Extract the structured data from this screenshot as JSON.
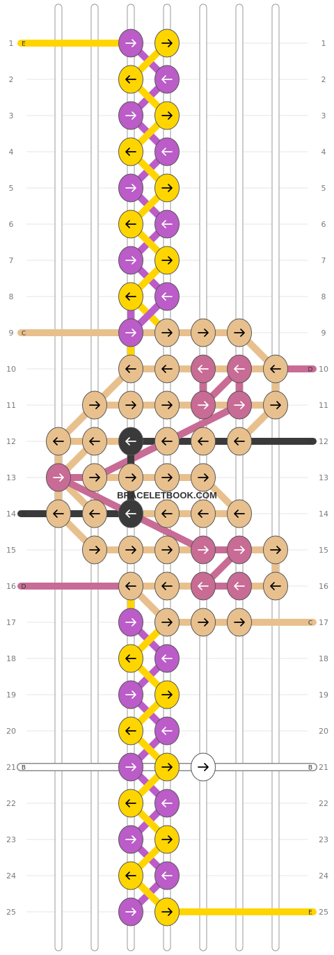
{
  "watermark": "BRACELETBOOK.COM",
  "row_labels": [
    "1",
    "2",
    "3",
    "4",
    "5",
    "6",
    "7",
    "8",
    "9",
    "10",
    "11",
    "12",
    "13",
    "14",
    "15",
    "16",
    "17",
    "18",
    "19",
    "20",
    "21",
    "22",
    "23",
    "24",
    "25"
  ],
  "colors": {
    "E": "#FFD500",
    "F": "#BB5CC8",
    "C": "#E8C08E",
    "D": "#C86B95",
    "A": "#3A3A3A",
    "B": "#FFFFFF"
  },
  "thread_labels": {
    "left": [
      {
        "row": 1,
        "label": "E"
      },
      {
        "row": 9,
        "label": "C"
      },
      {
        "row": 14,
        "label": "A"
      },
      {
        "row": 16,
        "label": "D"
      },
      {
        "row": 21,
        "label": "B"
      }
    ],
    "right": [
      {
        "row": 10,
        "label": "D"
      },
      {
        "row": 12,
        "label": "A"
      },
      {
        "row": 17,
        "label": "C"
      },
      {
        "row": 21,
        "label": "B"
      },
      {
        "row": 25,
        "label": "E"
      }
    ]
  },
  "knots": [
    {
      "row": 1,
      "col": 3,
      "color": "F",
      "dir": "right"
    },
    {
      "row": 1,
      "col": 4,
      "color": "E",
      "dir": "right"
    },
    {
      "row": 2,
      "col": 3,
      "color": "E",
      "dir": "left"
    },
    {
      "row": 2,
      "col": 4,
      "color": "F",
      "dir": "left"
    },
    {
      "row": 3,
      "col": 3,
      "color": "F",
      "dir": "right"
    },
    {
      "row": 3,
      "col": 4,
      "color": "E",
      "dir": "right"
    },
    {
      "row": 4,
      "col": 3,
      "color": "E",
      "dir": "left"
    },
    {
      "row": 4,
      "col": 4,
      "color": "F",
      "dir": "left"
    },
    {
      "row": 5,
      "col": 3,
      "color": "F",
      "dir": "right"
    },
    {
      "row": 5,
      "col": 4,
      "color": "E",
      "dir": "right"
    },
    {
      "row": 6,
      "col": 3,
      "color": "E",
      "dir": "left"
    },
    {
      "row": 6,
      "col": 4,
      "color": "F",
      "dir": "left"
    },
    {
      "row": 7,
      "col": 3,
      "color": "F",
      "dir": "right"
    },
    {
      "row": 7,
      "col": 4,
      "color": "E",
      "dir": "right"
    },
    {
      "row": 8,
      "col": 3,
      "color": "E",
      "dir": "left"
    },
    {
      "row": 8,
      "col": 4,
      "color": "F",
      "dir": "left"
    },
    {
      "row": 9,
      "col": 3,
      "color": "F",
      "dir": "right"
    },
    {
      "row": 9,
      "col": 4,
      "color": "C",
      "dir": "right"
    },
    {
      "row": 9,
      "col": 5,
      "color": "C",
      "dir": "right"
    },
    {
      "row": 9,
      "col": 6,
      "color": "C",
      "dir": "right"
    },
    {
      "row": 10,
      "col": 3,
      "color": "C",
      "dir": "left"
    },
    {
      "row": 10,
      "col": 4,
      "color": "C",
      "dir": "left"
    },
    {
      "row": 10,
      "col": 5,
      "color": "D",
      "dir": "left"
    },
    {
      "row": 10,
      "col": 6,
      "color": "D",
      "dir": "left"
    },
    {
      "row": 10,
      "col": 7,
      "color": "C",
      "dir": "left"
    },
    {
      "row": 11,
      "col": 2,
      "color": "C",
      "dir": "right"
    },
    {
      "row": 11,
      "col": 3,
      "color": "C",
      "dir": "right"
    },
    {
      "row": 11,
      "col": 4,
      "color": "C",
      "dir": "right"
    },
    {
      "row": 11,
      "col": 5,
      "color": "D",
      "dir": "right"
    },
    {
      "row": 11,
      "col": 6,
      "color": "D",
      "dir": "right"
    },
    {
      "row": 11,
      "col": 7,
      "color": "C",
      "dir": "right"
    },
    {
      "row": 12,
      "col": 1,
      "color": "C",
      "dir": "left"
    },
    {
      "row": 12,
      "col": 2,
      "color": "C",
      "dir": "left"
    },
    {
      "row": 12,
      "col": 3,
      "color": "A",
      "dir": "left"
    },
    {
      "row": 12,
      "col": 4,
      "color": "C",
      "dir": "left"
    },
    {
      "row": 12,
      "col": 5,
      "color": "C",
      "dir": "left"
    },
    {
      "row": 12,
      "col": 6,
      "color": "C",
      "dir": "left"
    },
    {
      "row": 13,
      "col": 1,
      "color": "D",
      "dir": "right"
    },
    {
      "row": 13,
      "col": 2,
      "color": "C",
      "dir": "right"
    },
    {
      "row": 13,
      "col": 3,
      "color": "C",
      "dir": "right"
    },
    {
      "row": 13,
      "col": 4,
      "color": "C",
      "dir": "right"
    },
    {
      "row": 13,
      "col": 5,
      "color": "C",
      "dir": "right"
    },
    {
      "row": 14,
      "col": 1,
      "color": "C",
      "dir": "left"
    },
    {
      "row": 14,
      "col": 2,
      "color": "C",
      "dir": "left"
    },
    {
      "row": 14,
      "col": 3,
      "color": "A",
      "dir": "left"
    },
    {
      "row": 14,
      "col": 4,
      "color": "C",
      "dir": "left"
    },
    {
      "row": 14,
      "col": 5,
      "color": "C",
      "dir": "left"
    },
    {
      "row": 14,
      "col": 6,
      "color": "C",
      "dir": "left"
    },
    {
      "row": 15,
      "col": 2,
      "color": "C",
      "dir": "right"
    },
    {
      "row": 15,
      "col": 3,
      "color": "C",
      "dir": "right"
    },
    {
      "row": 15,
      "col": 4,
      "color": "C",
      "dir": "right"
    },
    {
      "row": 15,
      "col": 5,
      "color": "D",
      "dir": "right"
    },
    {
      "row": 15,
      "col": 6,
      "color": "D",
      "dir": "right"
    },
    {
      "row": 15,
      "col": 7,
      "color": "C",
      "dir": "right"
    },
    {
      "row": 16,
      "col": 3,
      "color": "C",
      "dir": "left"
    },
    {
      "row": 16,
      "col": 4,
      "color": "C",
      "dir": "left"
    },
    {
      "row": 16,
      "col": 5,
      "color": "D",
      "dir": "left"
    },
    {
      "row": 16,
      "col": 6,
      "color": "D",
      "dir": "left"
    },
    {
      "row": 16,
      "col": 7,
      "color": "C",
      "dir": "left"
    },
    {
      "row": 17,
      "col": 3,
      "color": "F",
      "dir": "right"
    },
    {
      "row": 17,
      "col": 4,
      "color": "C",
      "dir": "right"
    },
    {
      "row": 17,
      "col": 5,
      "color": "C",
      "dir": "right"
    },
    {
      "row": 17,
      "col": 6,
      "color": "C",
      "dir": "right"
    },
    {
      "row": 18,
      "col": 3,
      "color": "E",
      "dir": "left"
    },
    {
      "row": 18,
      "col": 4,
      "color": "F",
      "dir": "left"
    },
    {
      "row": 19,
      "col": 3,
      "color": "F",
      "dir": "right"
    },
    {
      "row": 19,
      "col": 4,
      "color": "E",
      "dir": "right"
    },
    {
      "row": 20,
      "col": 3,
      "color": "E",
      "dir": "left"
    },
    {
      "row": 20,
      "col": 4,
      "color": "F",
      "dir": "left"
    },
    {
      "row": 21,
      "col": 3,
      "color": "F",
      "dir": "right"
    },
    {
      "row": 21,
      "col": 4,
      "color": "E",
      "dir": "right"
    },
    {
      "row": 21,
      "col": 5,
      "color": "B",
      "dir": "right"
    },
    {
      "row": 22,
      "col": 3,
      "color": "E",
      "dir": "left"
    },
    {
      "row": 22,
      "col": 4,
      "color": "F",
      "dir": "left"
    },
    {
      "row": 23,
      "col": 3,
      "color": "F",
      "dir": "right"
    },
    {
      "row": 23,
      "col": 4,
      "color": "E",
      "dir": "right"
    },
    {
      "row": 24,
      "col": 3,
      "color": "E",
      "dir": "left"
    },
    {
      "row": 24,
      "col": 4,
      "color": "F",
      "dir": "left"
    },
    {
      "row": 25,
      "col": 3,
      "color": "F",
      "dir": "right"
    },
    {
      "row": 25,
      "col": 4,
      "color": "E",
      "dir": "right"
    }
  ]
}
